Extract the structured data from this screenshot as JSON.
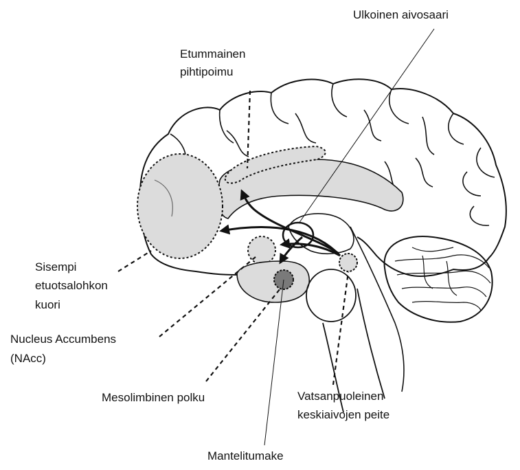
{
  "labels": {
    "insula": "Ulkoinen aivosaari",
    "acc_line1": "Etummainen",
    "acc_line2": "pihtipoimu",
    "mpfc_line1": "Sisempi",
    "mpfc_line2": "etuotsalohkon",
    "mpfc_line3": "kuori",
    "nacc_line1": "Nucleus Accumbens",
    "nacc_line2": "(NAcc)",
    "mesolimbic": "Mesolimbinen polku",
    "vta_line1": "Vatsanpuoleinen",
    "vta_line2": "keskiaivojen peite",
    "amygdala": "Mantelitumake"
  },
  "colors": {
    "background": "#ffffff",
    "outline": "#111111",
    "region_fill": "#dcdcdc",
    "amygdala_fill": "#7a7a7a"
  }
}
